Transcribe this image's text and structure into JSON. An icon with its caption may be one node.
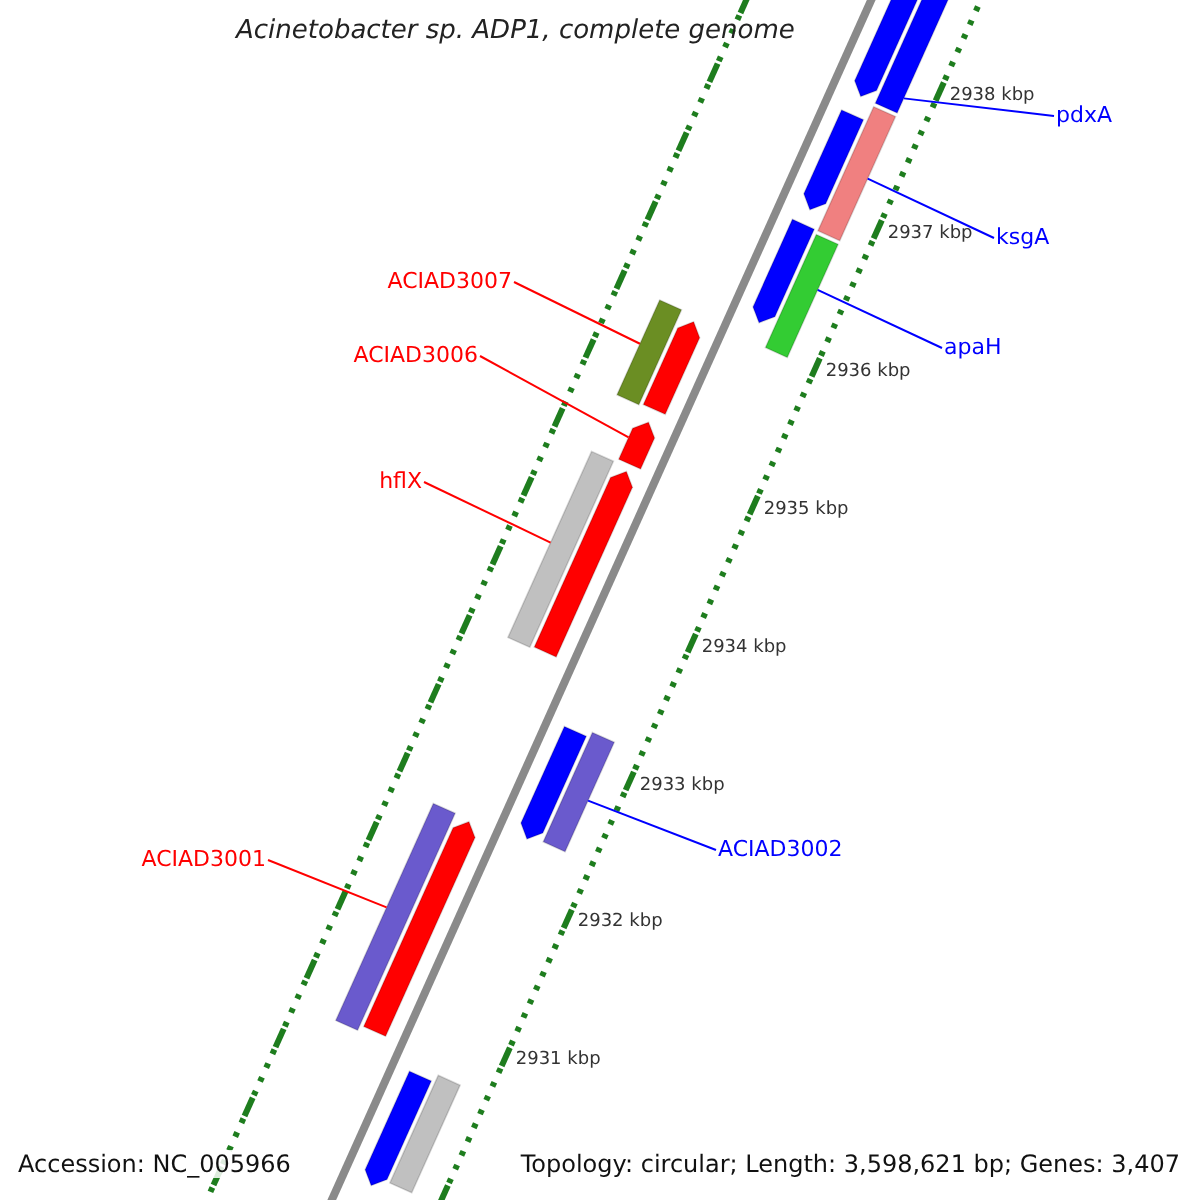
{
  "diagram": {
    "title": "Acinetobacter sp. ADP1, complete genome",
    "nodes": [
      {
        "text": [
          "pdxA"
        ]
      },
      {
        "text": [
          "ksgA"
        ]
      },
      {
        "text": [
          "ACIAD3007"
        ]
      },
      {
        "text": [
          "apaH"
        ]
      },
      {
        "text": [
          "ACIAD3006"
        ]
      },
      {
        "text": [
          "hflX"
        ]
      },
      {
        "text": [
          "ACIAD3002"
        ]
      },
      {
        "text": [
          "ACIAD3001"
        ]
      },
      {
        "text": [],
        "shape": "bar"
      },
      {
        "text": [],
        "shape": "arrow"
      },
      {
        "text": [],
        "shape": "bar"
      },
      {
        "text": [],
        "shape": "arrow"
      },
      {
        "text": [],
        "shape": "arrow"
      },
      {
        "text": [],
        "shape": "bar"
      },
      {
        "text": [],
        "shape": "bar"
      },
      {
        "text": [],
        "shape": "arrow"
      },
      {
        "text": [],
        "shape": "arrow"
      },
      {
        "text": [],
        "shape": "bar"
      },
      {
        "text": [],
        "shape": "arrow"
      },
      {
        "text": [],
        "shape": "bar"
      },
      {
        "text": [],
        "shape": "arrow"
      },
      {
        "text": [],
        "shape": "bar"
      },
      {
        "text": [],
        "shape": "arrow"
      },
      {
        "text": [],
        "shape": "bar"
      },
      {
        "text": [],
        "shape": "arrow"
      }
    ],
    "edges": [
      {
        "from": 0,
        "to": 8,
        "arrow": "none"
      },
      {
        "from": 1,
        "to": 10,
        "arrow": "none"
      },
      {
        "from": 2,
        "to": 14,
        "arrow": "none",
        "color": "#ff0000"
      },
      {
        "from": 3,
        "to": 13,
        "arrow": "none"
      },
      {
        "from": 4,
        "to": 16,
        "arrow": "none",
        "color": "#ff0000"
      },
      {
        "from": 5,
        "to": 17,
        "arrow": "none",
        "color": "#ff0000"
      },
      {
        "from": 6,
        "to": 19,
        "arrow": "none"
      },
      {
        "from": 7,
        "to": 21,
        "arrow": "none",
        "color": "#ff0000"
      }
    ],
    "labels": [
      "2938 kbp",
      "2937 kbp",
      "2936 kbp",
      "2935 kbp",
      "2934 kbp",
      "2933 kbp",
      "2932 kbp",
      "2931 kbp",
      "Accession: NC_005966",
      "Topology: circular; Length: 3,598,621 bp; Genes: 3,407"
    ]
  }
}
